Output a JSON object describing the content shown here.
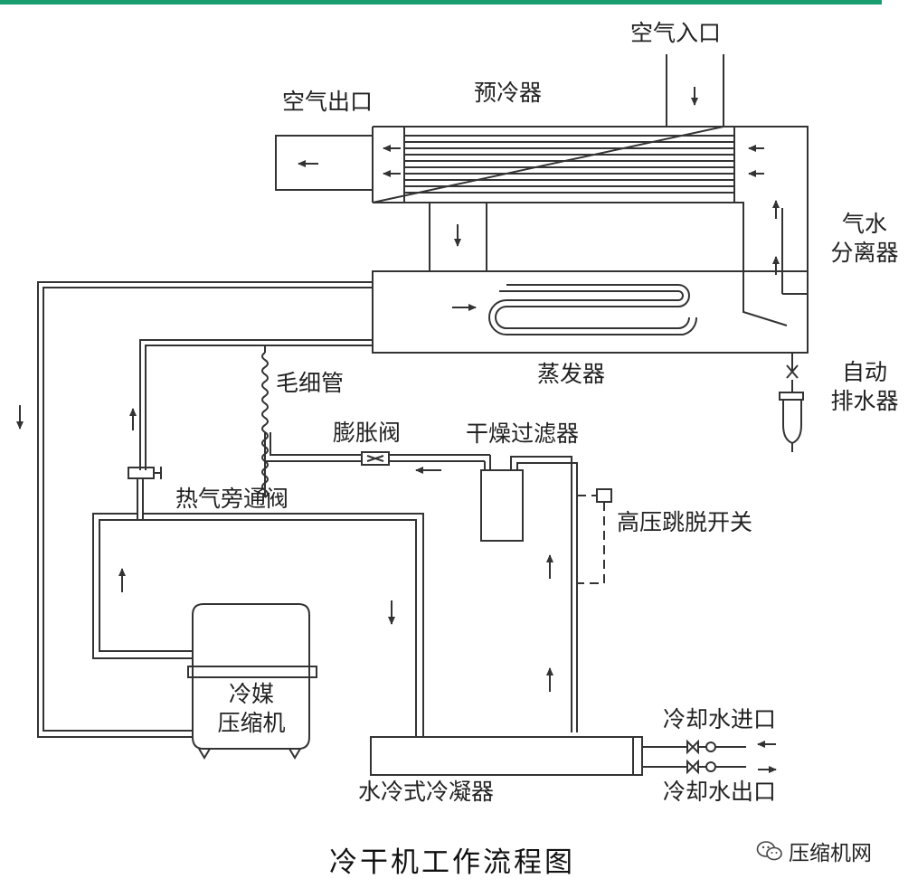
{
  "labels": {
    "air_inlet": "空气入口",
    "air_outlet": "空气出口",
    "precooler": "预冷器",
    "separator": [
      "气水",
      "分离器"
    ],
    "evaporator": "蒸发器",
    "auto_drain": [
      "自动",
      "排水器"
    ],
    "capillary": "毛细管",
    "expansion_valve": "膨胀阀",
    "dryer_filter": "干燥过滤器",
    "hot_gas_bypass": "热气旁通阀",
    "high_pressure_switch": "高压跳脱开关",
    "compressor": [
      "冷媒",
      "压缩机"
    ],
    "cooling_water_in": "冷却水进口",
    "cooling_water_out": "冷却水出口",
    "condenser": "水冷式冷凝器"
  },
  "caption": "冷干机工作流程图",
  "brand": {
    "name": "压缩机网",
    "icon": "wechat-icon"
  },
  "colors": {
    "accent_bar": "#1a9d6e",
    "line": "#333333"
  }
}
